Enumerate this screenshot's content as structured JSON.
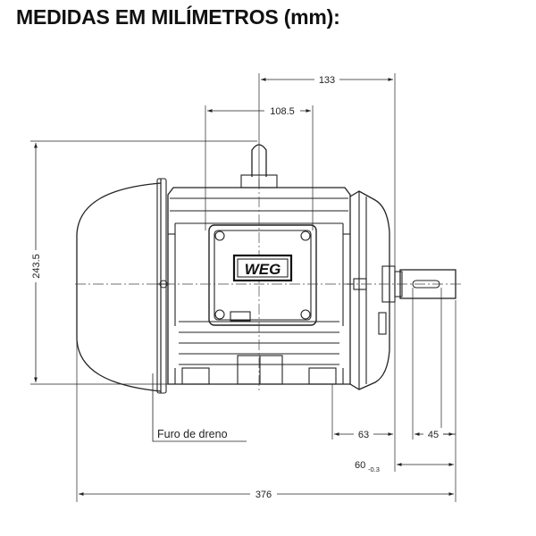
{
  "title": "MEDIDAS EM MILÍMETROS (mm):",
  "dimensions": {
    "top_outer": "133",
    "top_inner": "108.5",
    "height": "243.5",
    "flange_to_shaft": "63",
    "shaft_length": "45",
    "shaft_diameter_value": "60",
    "shaft_diameter_tolerance": "-0.3",
    "total_length": "376"
  },
  "annotations": {
    "drain": "Furo de dreno"
  },
  "logo": "WEG",
  "colors": {
    "line": "#222222",
    "fill": "#ffffff"
  }
}
